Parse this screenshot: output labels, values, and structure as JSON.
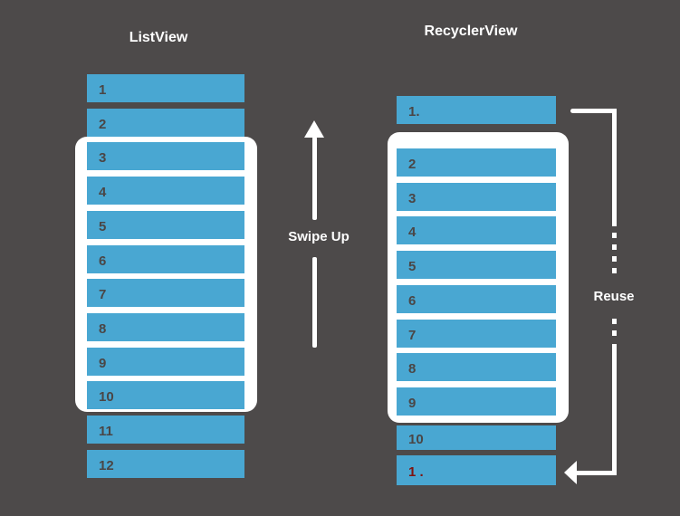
{
  "canvas": {
    "background": "#4d4a4a"
  },
  "colors": {
    "bar_blue": "#49a7d2",
    "bar_label_gray": "#4a4646",
    "recycled_red": "#7e1411",
    "highlight_white": "#ffffff",
    "arrow_white": "#ffffff"
  },
  "listview": {
    "title": "ListView",
    "items": [
      "1",
      "2",
      "3",
      "4",
      "5",
      "6",
      "7",
      "8",
      "9",
      "10",
      "11",
      "12"
    ],
    "highlighted_items": [
      "3",
      "4",
      "5",
      "6",
      "7",
      "8",
      "9",
      "10"
    ]
  },
  "recyclerview": {
    "title": "RecyclerView",
    "top_item": "1.",
    "highlighted_items": [
      "2",
      "3",
      "4",
      "5",
      "6",
      "7",
      "8",
      "9"
    ],
    "below_item": "10",
    "recycled_item": "1 .",
    "recycled_item_color": "#7e1411"
  },
  "annotations": {
    "swipe_label": "Swipe Up",
    "reuse_label": "Reuse"
  }
}
